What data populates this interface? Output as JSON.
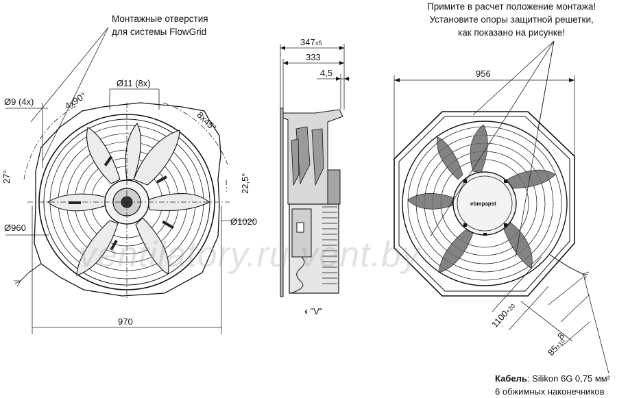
{
  "notes": {
    "mounting_holes": [
      "Монтажные отверстия",
      "для системы FlowGrid"
    ],
    "install": [
      "Примите в расчет положение монтажа!",
      "Установите опоры защитной решетки,",
      "как показано на рисунке!"
    ]
  },
  "front_view": {
    "hole_small": "Ø9 (4x)",
    "hole_pitch": "4x90°",
    "hole_large": "Ø11 (8x)",
    "hole_pitch_large": "8x45°",
    "angle_left": "27°",
    "angle_right": "22,5°",
    "dia_inner": "Ø960",
    "dia_outer": "Ø1020",
    "width": "970"
  },
  "side_view": {
    "depth_total": "347",
    "depth_tol": "±5",
    "depth": "333",
    "offset": "4,5",
    "view_label": "\"V\"",
    "view_arrow": "‹"
  },
  "rear_view": {
    "width": "956",
    "brand": "ebmpapst",
    "cable_length": "1100",
    "cable_tol": "+20",
    "strip_short": "8",
    "strip_long": "85",
    "strip_tol": "±10"
  },
  "cable": {
    "label": "Кабель",
    "spec": ": Silikon 6G 0,75 мм²",
    "terminals": "6 обжимных наконечников"
  },
  "watermark": "ventilatory.ru  vent.by"
}
